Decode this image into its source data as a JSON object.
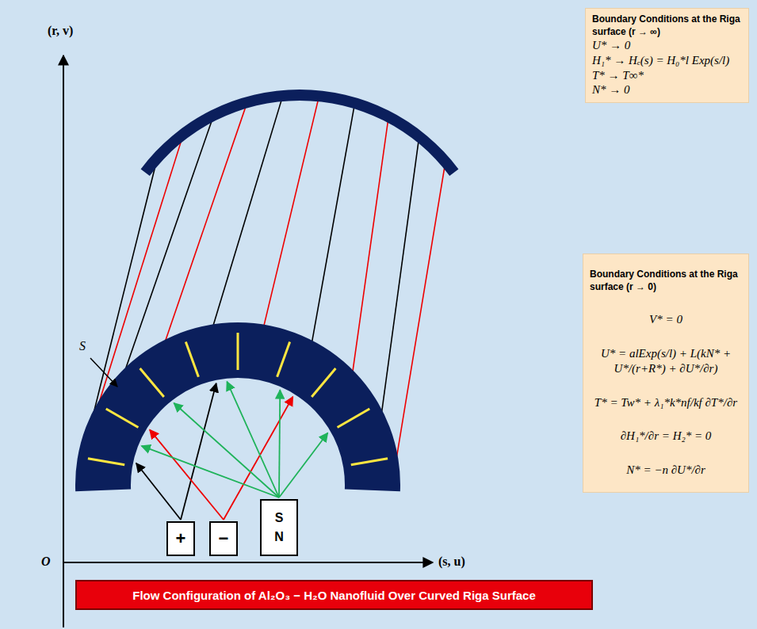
{
  "diagram": {
    "title": "Flow Configuration of Al₂O₃ − H₂O Nanofluid Over Curved Riga Surface",
    "nodes": [
      {
        "text": [
          "Boundary Conditions at the Riga surface (r → ∞)",
          "U* → 0",
          "H₁* → Hₑ(s) = H₀*l Exp(s/l)",
          "T* → T∞*",
          "N* → 0"
        ]
      },
      {
        "text": [
          "Boundary Conditions at the Riga surface (r → 0)",
          "V* = 0",
          "U* = alExp(s/l) + L(kN* + U*/(r+R*) + ∂U*/∂r)",
          "T* = Tw* + λ₁*k*nf/kf ∂T*/∂r",
          "∂H₁*/∂r = H₂* = 0",
          "N* = −n ∂U*/∂r"
        ]
      },
      {
        "text": [
          "+"
        ]
      },
      {
        "text": [
          "−"
        ]
      },
      {
        "text": [
          "S N"
        ]
      }
    ],
    "labels": [
      "(r, v)",
      "(s, u)",
      "O",
      "S"
    ]
  }
}
